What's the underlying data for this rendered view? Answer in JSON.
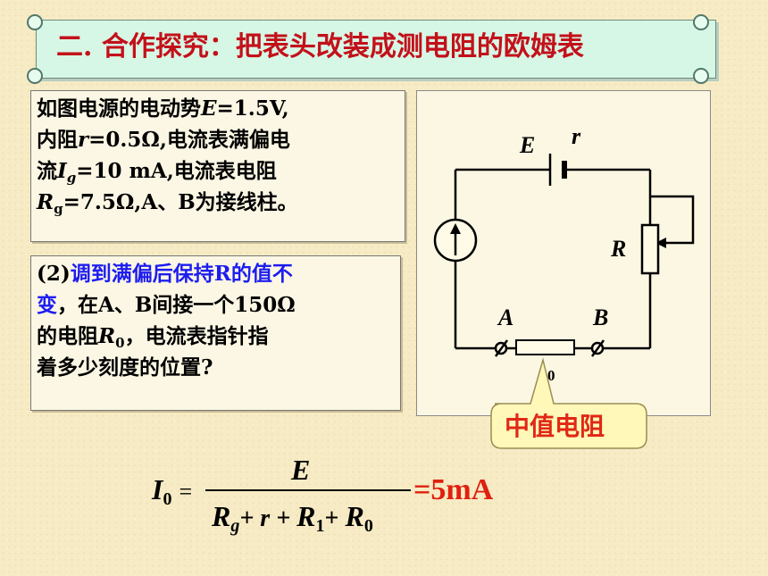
{
  "header": {
    "title": "二. 合作探究：把表头改装成测电阻的欧姆表"
  },
  "given": {
    "l1a": "如图电源的电动势",
    "l1b": "E",
    "l1c": "=1.5V,",
    "l2a": "内阻",
    "l2b": "r",
    "l2c": "=0.5Ω,电流表满偏电",
    "l3a": "流",
    "l3b": "I",
    "l3sub": "g",
    "l3c": "=10 mA,电流表电阻",
    "l4a": "R",
    "l4sub": "g",
    "l4c": "=7.5Ω,A、B为接线柱。"
  },
  "question": {
    "num": "(2)",
    "q1": "调到满偏后保持R的值不",
    "q2": "变",
    "q2b": "，在A、B间接一个150Ω",
    "q3a": "的电阻",
    "q3b": "R",
    "q3sub": "0",
    "q3c": "，电流表指针指",
    "q4": "着多少刻度的位置?"
  },
  "circuit": {
    "labels": {
      "E": "E",
      "r": "r",
      "R": "R",
      "A": "A",
      "B": "B",
      "R0_sub": "0"
    },
    "callout": "中值电阻"
  },
  "formula": {
    "lhs": "I",
    "lhs_sub": "0",
    "eq": "=",
    "numerator": "E",
    "d1": "R",
    "d1_sub": "g",
    "d2": "+ r + ",
    "d3": "R",
    "d3_sub": "1",
    "d4": "+ ",
    "d5": "R",
    "d5_sub": "0",
    "result": "=5mA"
  }
}
